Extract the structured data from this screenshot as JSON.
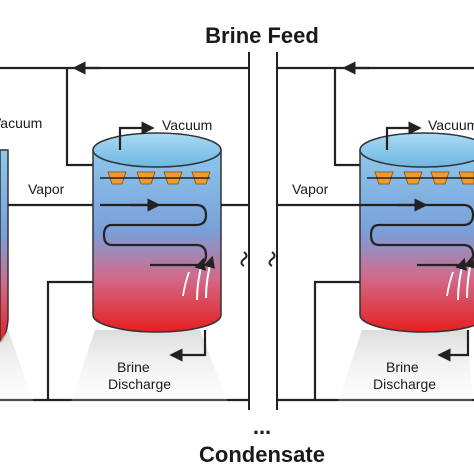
{
  "diagram": {
    "top_label": "Brine Feed",
    "bottom_label": "Condensate",
    "break_dots": "...",
    "labels": {
      "vacuum": "Vacuum",
      "vapor": "Vapor",
      "brine": "Brine",
      "discharge": "Discharge"
    },
    "colors": {
      "vessel_top": "#6db8e6",
      "vessel_bottom": "#e51f1f",
      "nozzle": "#f29a2e",
      "pipe": "#222222"
    }
  }
}
